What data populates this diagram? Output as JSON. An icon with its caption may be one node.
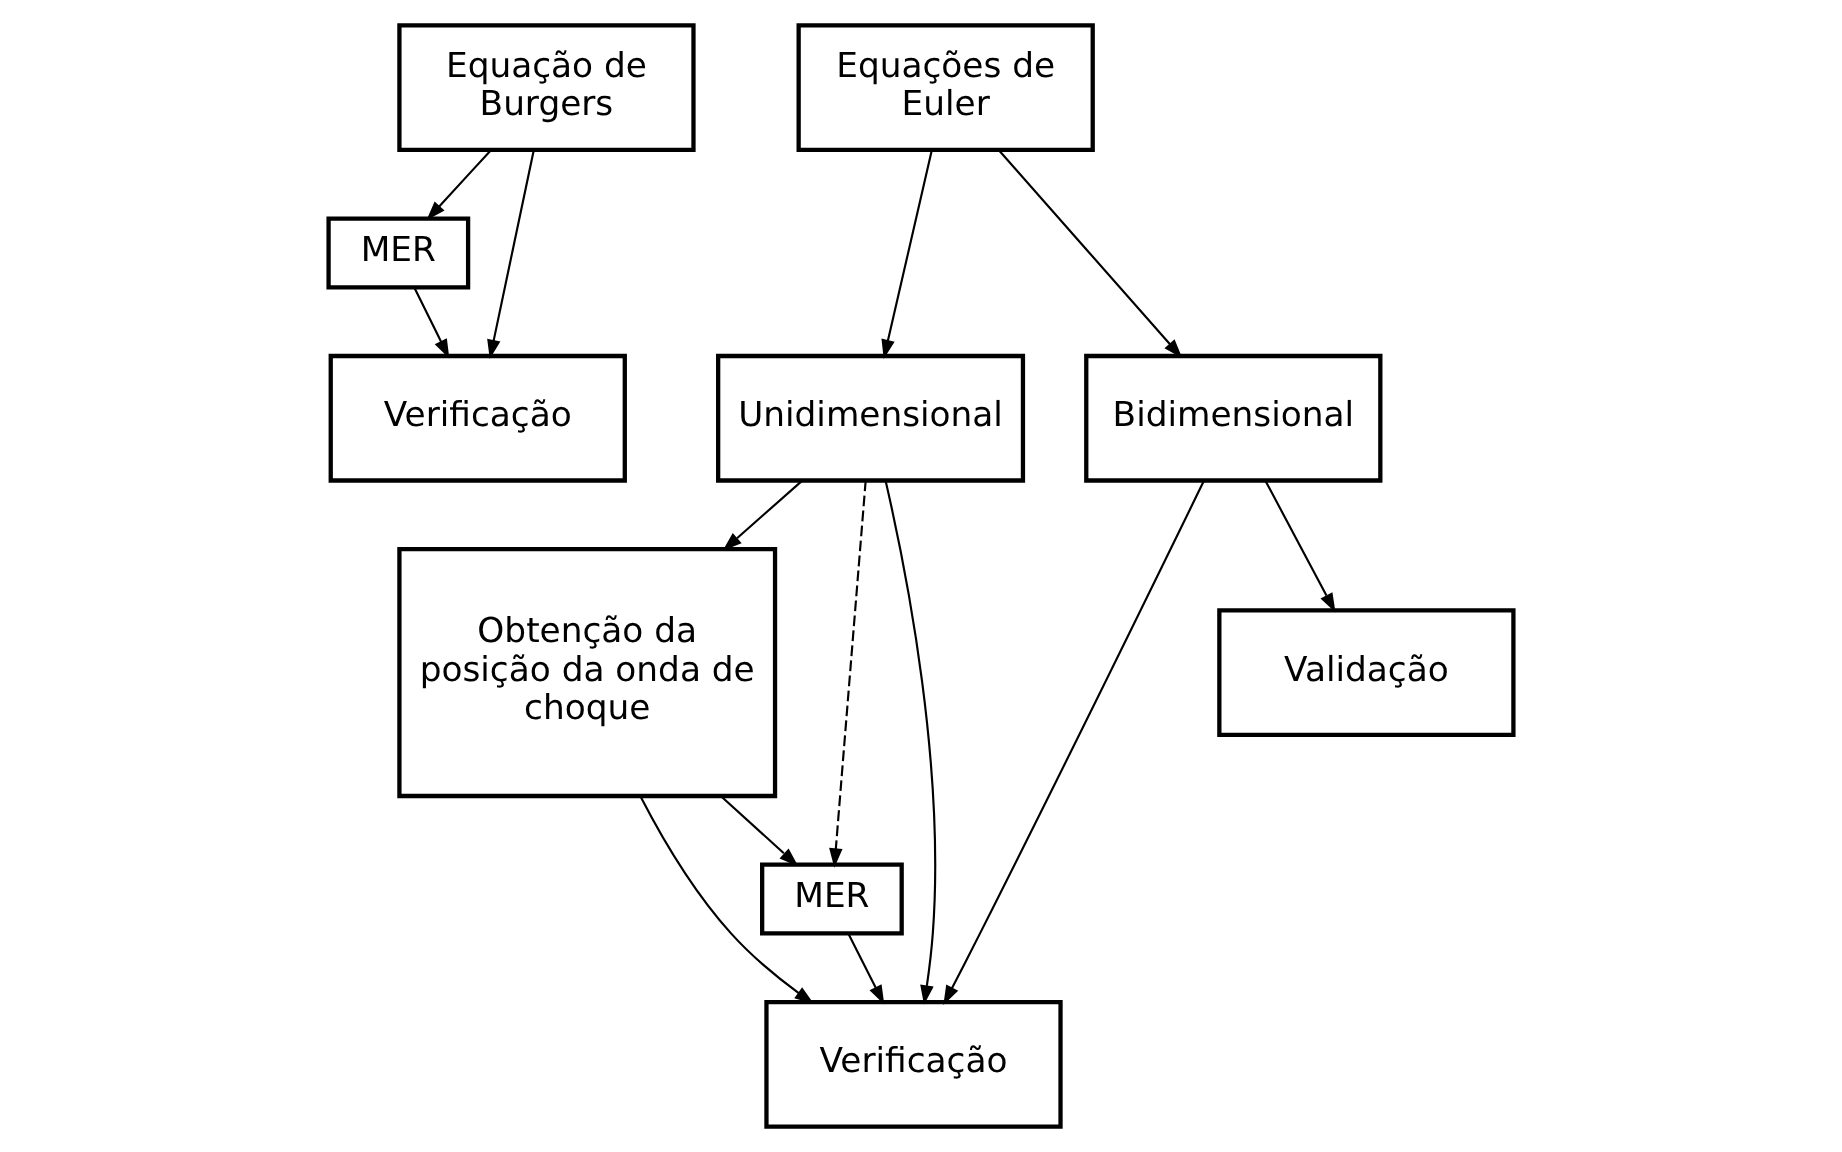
{
  "diagram": {
    "nodes": [
      {
        "text": [
          "Equação de Burgers"
        ]
      },
      {
        "text": [
          "MER"
        ]
      },
      {
        "text": [
          "Verificação"
        ]
      },
      {
        "text": [
          "Equações de Euler"
        ]
      },
      {
        "text": [
          "Unidimensional"
        ]
      },
      {
        "text": [
          "Bidimensional"
        ]
      },
      {
        "text": [
          "Obtenção da posição da onda de choque"
        ]
      },
      {
        "text": [
          "Verificação"
        ]
      },
      {
        "text": [
          "MER"
        ]
      },
      {
        "text": [
          "Validação"
        ]
      }
    ],
    "edges": [
      {
        "from": 0,
        "to": 1,
        "arrow": "to"
      },
      {
        "from": 0,
        "to": 2,
        "arrow": "to"
      },
      {
        "from": 1,
        "to": 2,
        "arrow": "to"
      },
      {
        "from": 3,
        "to": 4,
        "arrow": "to"
      },
      {
        "from": 3,
        "to": 5,
        "arrow": "to"
      },
      {
        "from": 4,
        "to": 6,
        "arrow": "to"
      },
      {
        "from": 4,
        "to": 7,
        "arrow": "to"
      },
      {
        "from": 4,
        "to": 8,
        "arrow": "to",
        "style": "dashed"
      },
      {
        "from": 6,
        "to": 7,
        "arrow": "to"
      },
      {
        "from": 6,
        "to": 8,
        "arrow": "to"
      },
      {
        "from": 8,
        "to": 7,
        "arrow": "to"
      },
      {
        "from": 5,
        "to": 7,
        "arrow": "to"
      },
      {
        "from": 5,
        "to": 9,
        "arrow": "to"
      }
    ]
  }
}
